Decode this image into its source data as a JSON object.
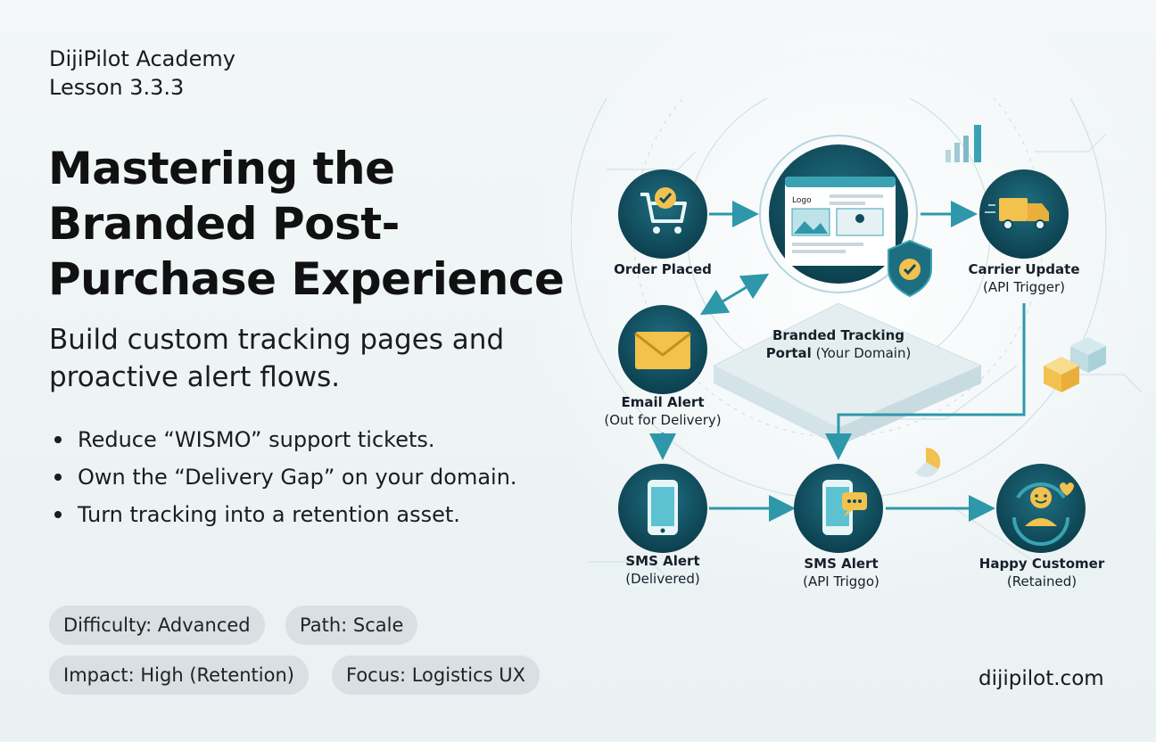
{
  "brand": {
    "academy": "DijiPilot Academy",
    "lesson": "Lesson 3.3.3"
  },
  "headline": "Mastering the Branded Post-Purchase Experience",
  "subhead": "Build custom tracking pages and proactive alert flows.",
  "bullets": [
    "Reduce “WISMO” support tickets.",
    "Own the “Delivery Gap” on your domain.",
    "Turn tracking into a retention asset."
  ],
  "tags": [
    "Difficulty: Advanced",
    "Path: Scale",
    "Impact: High (Retention)",
    "Focus: Logistics UX"
  ],
  "footer": {
    "url": "dijipilot.com"
  },
  "diagram": {
    "portal_logo_text": "Logo",
    "nodes": {
      "order": {
        "title": "Order Placed"
      },
      "portal": {
        "title": "Branded Tracking",
        "title2": "Portal",
        "sub": "(Your Domain)"
      },
      "carrier": {
        "title": "Carrier Update",
        "sub": "(API Trigger)"
      },
      "email": {
        "title": "Email Alert",
        "sub": "(Out for Delivery)"
      },
      "sms_delivered": {
        "title": "SMS Alert",
        "sub": "(Delivered)"
      },
      "sms_api": {
        "title": "SMS Alert",
        "sub": "(API Triggo)"
      },
      "happy": {
        "title": "Happy Customer",
        "sub": "(Retained)"
      }
    }
  },
  "colors": {
    "node_dark": "#0f4c5c",
    "node_mid": "#1d6e80",
    "accent_teal": "#3aa3b3",
    "accent_yellow": "#f2c14e",
    "arrow": "#2e98aa"
  }
}
